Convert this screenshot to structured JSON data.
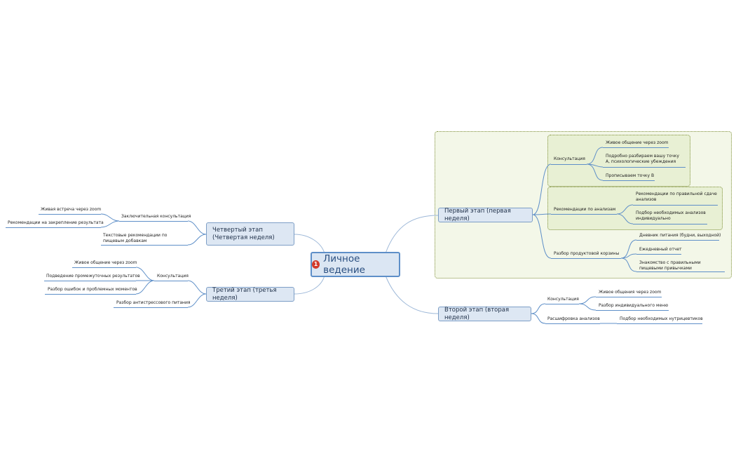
{
  "central": {
    "badge": "1",
    "title": "Личное ведение"
  },
  "branches": {
    "stage1": {
      "title": "Первый этап (первая неделя)",
      "consult": {
        "label": "Консультация",
        "items": [
          "Живое общение через zoom",
          "Подробно разбираем вашу точку А, психологические убеждения",
          "Прописываем точку В"
        ]
      },
      "analyses": {
        "label": "Рекомендации по анализам",
        "items": [
          "Рекомендации по правильной сдаче анализов",
          "Подбор необходимых анализов индивидуально"
        ]
      },
      "basket": {
        "label": "Разбор продуктовой корзины",
        "items": [
          "Дневник питания (будни, выходной)",
          "Ежедневный отчет",
          "Знакомство с правильными пищевыми привычками"
        ]
      }
    },
    "stage2": {
      "title": "Второй этап (вторая неделя)",
      "consult": {
        "label": "Консультация",
        "items": [
          "Живое общения через zoom",
          "Разбор индивидуального меню"
        ]
      },
      "decode": {
        "label": "Расшифровка анализов",
        "items": [
          "Подбор необходимых нутрицевтиков"
        ]
      }
    },
    "stage3": {
      "title": "Третий этап (третья неделя)",
      "consult": {
        "label": "Консультация",
        "items": [
          "Живое общение через zoom",
          "Подведение промежуточных результатов",
          "Разбор ошибок и проблемных моментов"
        ]
      },
      "antistress": "Разбор антистрессового питания"
    },
    "stage4": {
      "title": "Четвертый этап (Четвертая неделя)",
      "final": {
        "label": "Заключительная консультация",
        "items": [
          "Живая встреча через zoom",
          "Рекомендации на закрепление результата"
        ]
      },
      "supplements": "Текстовые рекомендации по пищевым добавкам"
    }
  },
  "colors": {
    "link": "#9db8d8",
    "topic_fill": "#dde7f3",
    "topic_border": "#7d9ec6",
    "group_border": "#7f8f3a",
    "badge": "#d33b2c"
  }
}
